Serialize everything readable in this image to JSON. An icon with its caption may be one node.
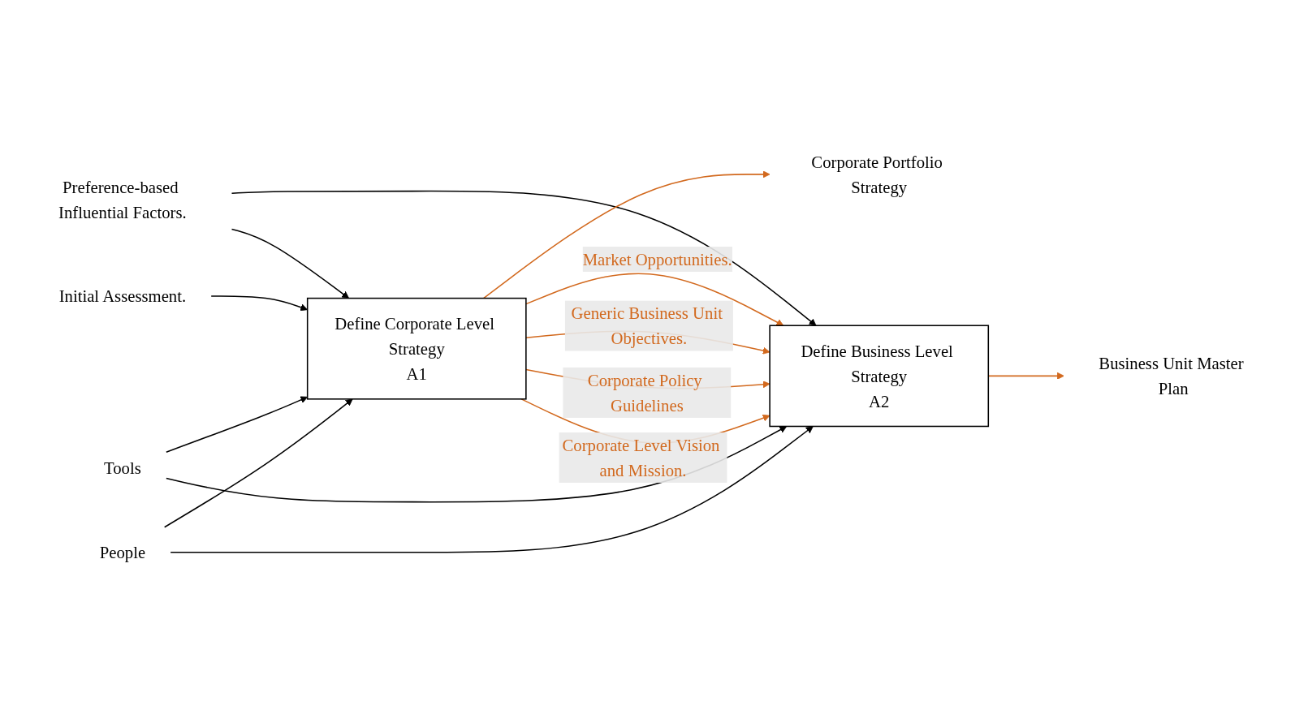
{
  "diagram": {
    "nodes": [
      {
        "text": [
          "Preference-based Influential Factors."
        ]
      },
      {
        "text": [
          "Initial Assessment."
        ]
      },
      {
        "text": [
          "Corporate Portfolio Strategy"
        ]
      },
      {
        "text": [
          "Define Corporate Level Strategy",
          "A1"
        ]
      },
      {
        "text": [
          "Business Unit Master Plan"
        ]
      },
      {
        "text": [
          "Define Business Level Strategy",
          "A2"
        ]
      },
      {
        "text": [
          "People"
        ]
      },
      {
        "text": [
          "Tools"
        ]
      }
    ],
    "edges": [
      {
        "from": 0,
        "to": 3,
        "arrow": "to"
      },
      {
        "from": 0,
        "to": 5,
        "arrow": "to"
      },
      {
        "from": 1,
        "to": 3,
        "arrow": "to"
      },
      {
        "from": 3,
        "to": 2,
        "arrow": "to",
        "color": "#d2691e"
      },
      {
        "from": 3,
        "to": 5,
        "arrow": "to",
        "label": "Market Opportunities.",
        "color": "#d2691e"
      },
      {
        "from": 3,
        "to": 5,
        "arrow": "to",
        "label": "Generic Business Unit Objectives.",
        "color": "#d2691e"
      },
      {
        "from": 3,
        "to": 5,
        "arrow": "to",
        "label": "Corporate Policy Guidelines",
        "color": "#d2691e"
      },
      {
        "from": 3,
        "to": 5,
        "arrow": "to",
        "label": "Corporate Level Vision and Mission.",
        "color": "#d2691e"
      },
      {
        "from": 5,
        "to": 4,
        "arrow": "to",
        "color": "#d2691e"
      },
      {
        "from": 7,
        "to": 3,
        "arrow": "to"
      },
      {
        "from": 7,
        "to": 5,
        "arrow": "to"
      },
      {
        "from": 6,
        "to": 3,
        "arrow": "to"
      },
      {
        "from": 6,
        "to": 5,
        "arrow": "to"
      }
    ]
  }
}
